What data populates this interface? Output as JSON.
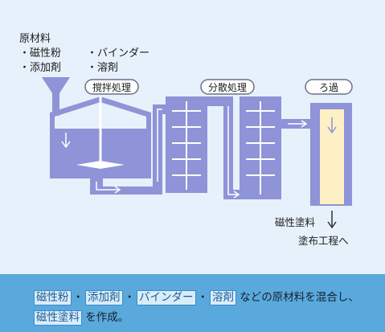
{
  "labels": {
    "raw_materials": "原材料",
    "magnetic_powder": "・磁性粉",
    "additive": "・添加剤",
    "binder": "・バインダー",
    "solvent": "・溶剤",
    "stirring": "撹拌処理",
    "dispersion": "分散処理",
    "filtration": "ろ過",
    "magnetic_paint": "磁性塗料",
    "to_coating": "塗布工程へ"
  },
  "caption": {
    "tag_magnetic_powder": "磁性粉",
    "tag_additive": "添加剤",
    "tag_binder": "バインダー",
    "tag_solvent": "溶剤",
    "dot": "・",
    "line1_rest": "などの原材料を混合し、",
    "tag_magnetic_paint": "磁性塗料",
    "line2_rest": "を作成。"
  },
  "colors": {
    "background": "#e7f1fb",
    "equipment": "#8f93d8",
    "pipe": "#8f93d8",
    "filter": "#fdf0c4",
    "caption_bg": "#5aa9dd"
  }
}
